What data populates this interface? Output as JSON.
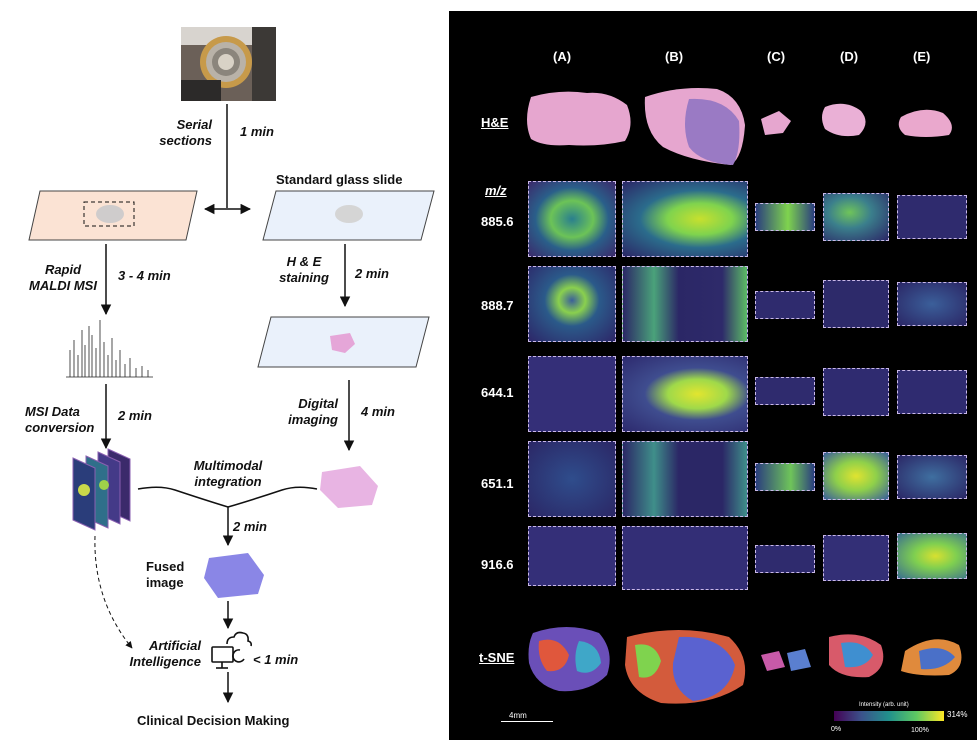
{
  "workflow": {
    "step_serial": "Serial\nsections",
    "time_serial": "1 min",
    "standard_slide": "Standard glass slide",
    "step_maldi": "Rapid\nMALDI MSI",
    "time_maldi": "3 - 4 min",
    "step_he": "H & E\nstaining",
    "time_he": "2 min",
    "step_msi_conv": "MSI Data\nconversion",
    "time_msi_conv": "2 min",
    "step_digital": "Digital\nimaging",
    "time_digital": "4 min",
    "step_multimodal": "Multimodal\nintegration",
    "time_multimodal": "2 min",
    "step_fused": "Fused\nimage",
    "step_ai": "Artificial\nIntelligence",
    "time_ai": "< 1 min",
    "step_clinical": "Clinical Decision Making"
  },
  "panel": {
    "columns": [
      "(A)",
      "(B)",
      "(C)",
      "(D)",
      "(E)"
    ],
    "he_label": "H&E",
    "mz_label": "m/z",
    "mz_values": [
      "885.6",
      "888.7",
      "644.1",
      "651.1",
      "916.6"
    ],
    "tsne_label": "t-SNE",
    "scale_bar": "4mm",
    "colorbar_title": "Intensity (arb. unit)",
    "colorbar_max": "314%",
    "colorbar_min": "0%",
    "colorbar_ref": "100%",
    "colormap": [
      "#440154",
      "#3b528b",
      "#21918c",
      "#5ec962",
      "#fde725"
    ]
  }
}
